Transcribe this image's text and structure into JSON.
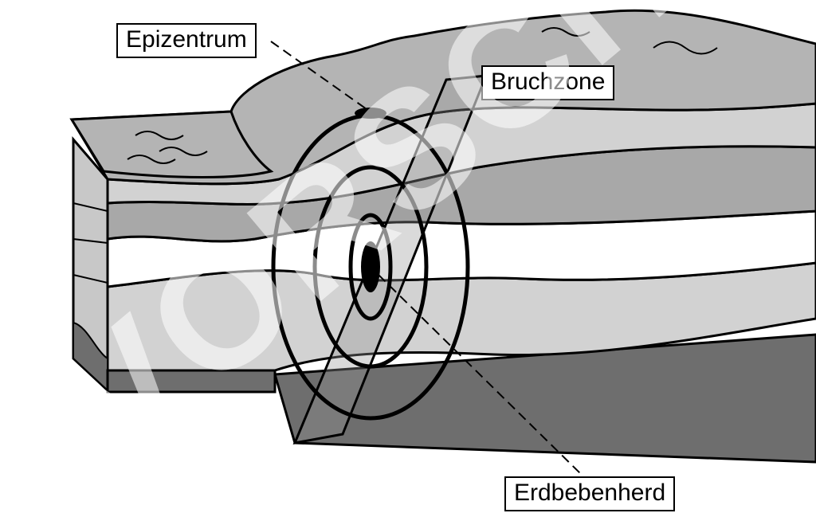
{
  "diagram": {
    "labels": {
      "epicenter": "Epizentrum",
      "fault_zone": "Bruchzone",
      "focus": "Erdbebenherd"
    },
    "watermark": "VORSCHAU"
  },
  "colors": {
    "layer_light": "#d2d2d2",
    "layer_mid": "#a8a8a8",
    "layer_dark": "#6e6e6e",
    "surface": "#b4b4b4",
    "outline": "#000000"
  }
}
